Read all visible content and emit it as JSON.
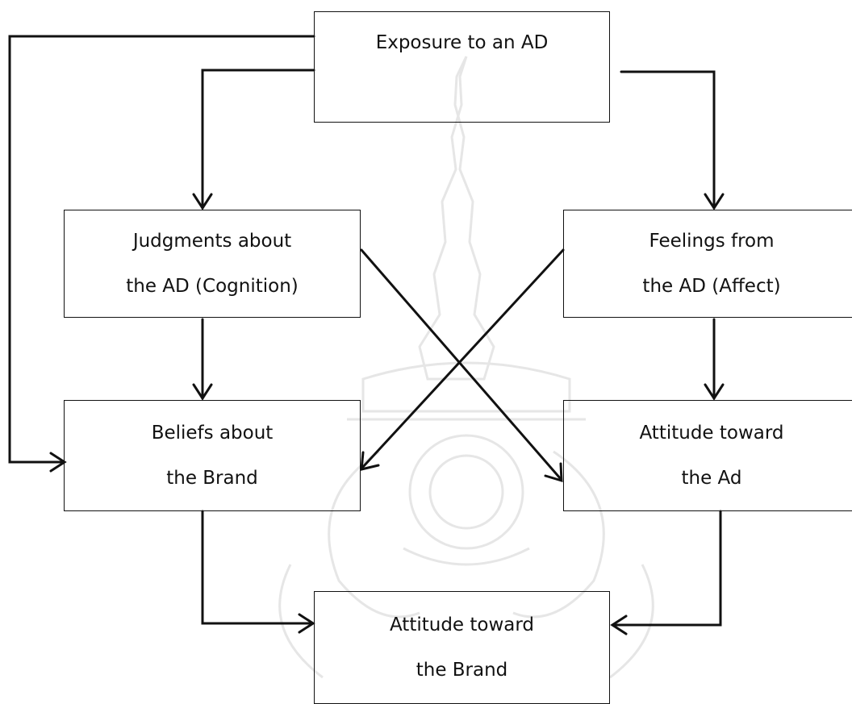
{
  "colors": {
    "stroke": "#111111",
    "watermark": "#e6e6e6",
    "background": "#ffffff"
  },
  "boxes": {
    "exposure": {
      "line1": "Exposure to an AD"
    },
    "judgments": {
      "line1": "Judgments about",
      "line2": "the AD (Cognition)"
    },
    "feelings": {
      "line1": "Feelings from",
      "line2": "the AD (Affect)"
    },
    "beliefs": {
      "line1": "Beliefs about",
      "line2": "the Brand"
    },
    "attitude_ad": {
      "line1": "Attitude toward",
      "line2": "the Ad"
    },
    "attitude_brand": {
      "line1": "Attitude toward",
      "line2": "the Brand"
    }
  },
  "connections": [
    {
      "from": "exposure",
      "to": "judgments"
    },
    {
      "from": "exposure",
      "to": "feelings"
    },
    {
      "from": "exposure",
      "to": "beliefs"
    },
    {
      "from": "judgments",
      "to": "beliefs"
    },
    {
      "from": "judgments",
      "to": "attitude_ad"
    },
    {
      "from": "feelings",
      "to": "beliefs"
    },
    {
      "from": "feelings",
      "to": "attitude_ad"
    },
    {
      "from": "beliefs",
      "to": "attitude_brand"
    },
    {
      "from": "attitude_ad",
      "to": "attitude_brand"
    }
  ]
}
